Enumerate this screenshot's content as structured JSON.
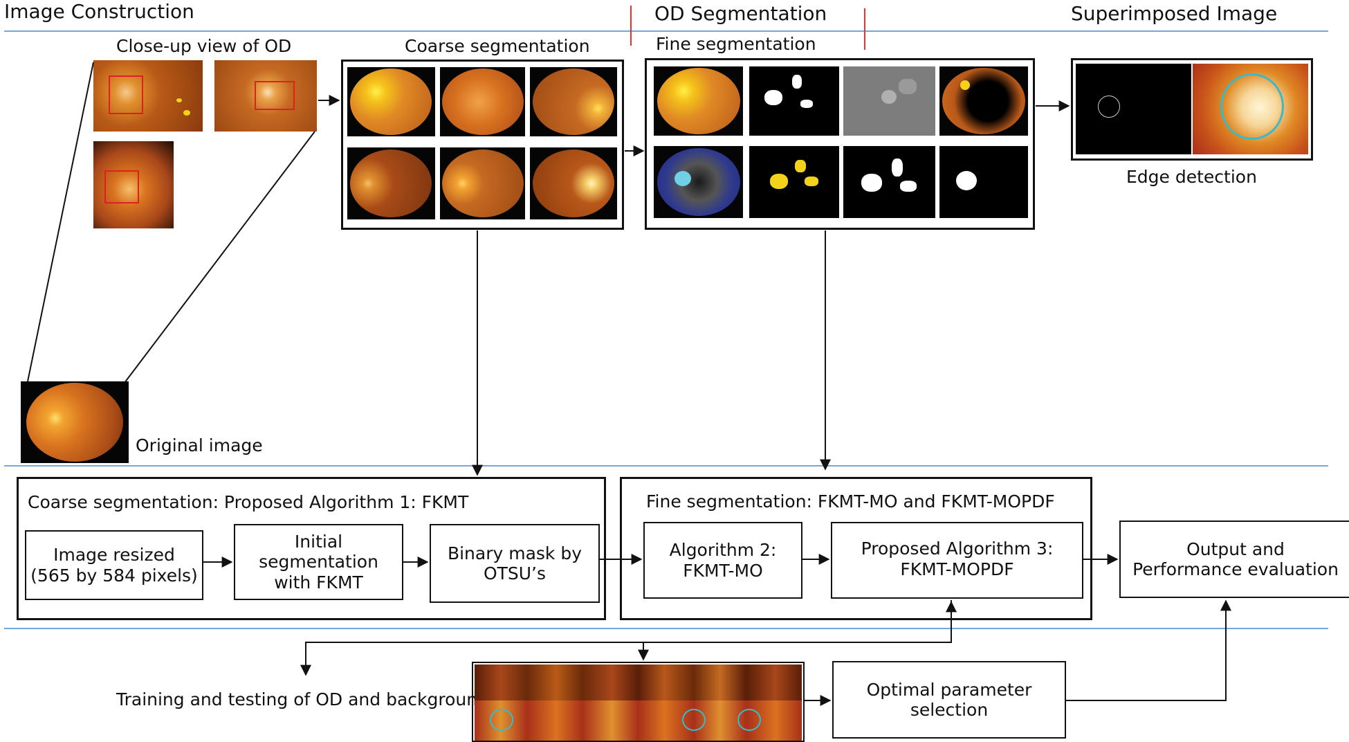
{
  "headers": {
    "image_construction": "Image Construction",
    "od_segmentation": "OD Segmentation",
    "superimposed_image": "Superimposed Image"
  },
  "labels": {
    "closeup": "Close-up view of OD",
    "coarse": "Coarse segmentation",
    "fine": "Fine segmentation",
    "edge": "Edge detection",
    "original": "Original image",
    "training": "Training and testing of OD and background"
  },
  "coarse_algo": {
    "title": "Coarse segmentation: Proposed Algorithm 1: FKMT",
    "step1": {
      "line1": "Image resized",
      "line2": "(565 by 584 pixels)"
    },
    "step2": {
      "line1": "Initial segmentation",
      "line2": "with FKMT"
    },
    "step3": {
      "line1": "Binary mask by",
      "line2": "OTSU’s"
    }
  },
  "fine_algo": {
    "title": "Fine segmentation: FKMT-MO and FKMT-MOPDF",
    "step1": {
      "line1": "Algorithm 2:",
      "line2": "FKMT-MO"
    },
    "step2": {
      "line1": "Proposed Algorithm 3:",
      "line2": "FKMT-MOPDF"
    }
  },
  "output": {
    "line1": "Output and",
    "line2": "Performance evaluation"
  },
  "optimal": "Optimal parameter selection",
  "colors": {
    "divider": "#6fa8dc",
    "section_tick": "#e33333",
    "fundus_orange": "#d9731f",
    "fundus_dark": "#8a3a0e",
    "exudate": "#f5d21a",
    "edge_contour": "#3cb9c9"
  }
}
